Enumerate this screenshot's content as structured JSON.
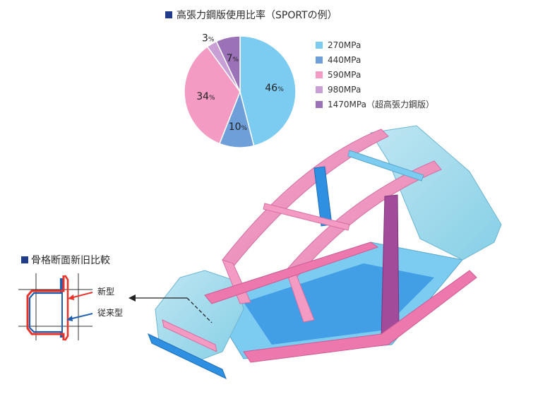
{
  "header": {
    "title": "高張力鋼版使用比率（SPORTの例）"
  },
  "chart_data": {
    "type": "pie",
    "title": "高張力鋼版使用比率（SPORTの例）",
    "slices": [
      {
        "label": "270MPa",
        "value": 46,
        "display": "46",
        "color": "#7ccbf1"
      },
      {
        "label": "440MPa",
        "value": 10,
        "display": "10",
        "color": "#6e9fd9"
      },
      {
        "label": "590MPa",
        "value": 34,
        "display": "34",
        "color": "#f39bc3"
      },
      {
        "label": "980MPa",
        "value": 3,
        "display": "3",
        "color": "#c9a0d6"
      },
      {
        "label": "1470MPa（超高張力鋼版）",
        "value": 7,
        "display": "7",
        "color": "#9b72b8"
      }
    ],
    "unit": "%",
    "legend_position": "right"
  },
  "cross_section": {
    "title": "骨格断面新旧比較",
    "new_label": "新型",
    "old_label": "従来型",
    "new_color": "#e8332a",
    "old_color": "#1f5fb0"
  }
}
